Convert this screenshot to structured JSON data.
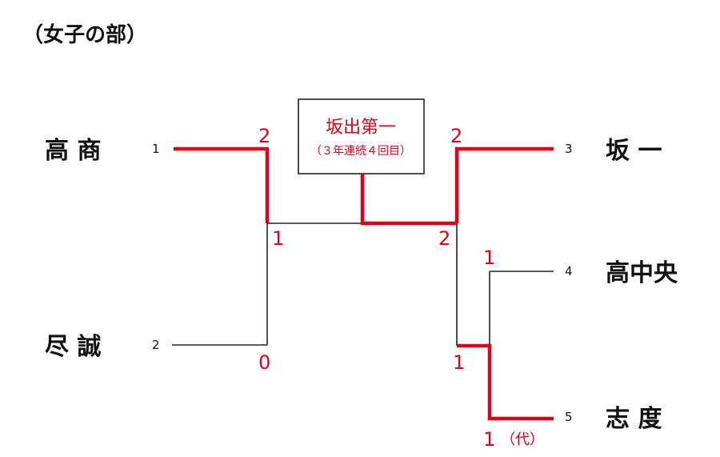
{
  "title": "（女子の部）",
  "champion": {
    "name": "坂出第一",
    "note": "（３年連続４回目）"
  },
  "colors": {
    "win": "#e0001b",
    "line": "#222222"
  },
  "teams": [
    {
      "seed": "1",
      "name": "高 商"
    },
    {
      "seed": "2",
      "name": "尽 誠"
    },
    {
      "seed": "3",
      "name": "坂 一"
    },
    {
      "seed": "4",
      "name": "高中央"
    },
    {
      "seed": "5",
      "name": "志 度"
    }
  ],
  "scores": {
    "m1_top": "2",
    "m1_bottom": "0",
    "m2_top": "1",
    "m2_bottom": "1",
    "m2_note": "（代）",
    "m3_top": "2",
    "m3_bottom": "1",
    "final_left": "1",
    "final_right": "2"
  }
}
